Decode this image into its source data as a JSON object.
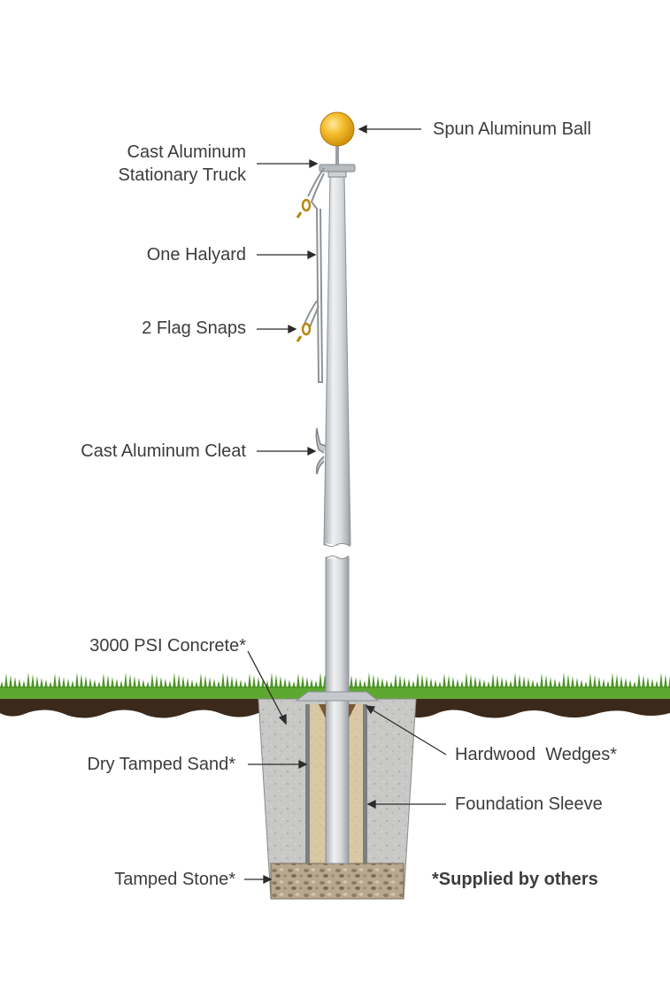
{
  "labels": {
    "ball": "Spun Aluminum Ball",
    "truck_line1": "Cast Aluminum",
    "truck_line2": "Stationary Truck",
    "halyard": "One Halyard",
    "snaps": "2 Flag Snaps",
    "cleat": "Cast Aluminum Cleat",
    "concrete": "3000 PSI Concrete*",
    "sand": "Dry Tamped Sand*",
    "stone": "Tamped Stone*",
    "wedges": "Hardwood  Wedges*",
    "sleeve": "Foundation Sleeve"
  },
  "note": "*Supplied by others",
  "colors": {
    "grass": "#5fa832",
    "soil": "#3a2a1c",
    "concrete": "#c9c9c7",
    "sand": "#d9c7a6",
    "stone": "#a99b86",
    "pole": "#d8dadb",
    "ball": "#f2b21b",
    "text": "#3c3c3c"
  }
}
